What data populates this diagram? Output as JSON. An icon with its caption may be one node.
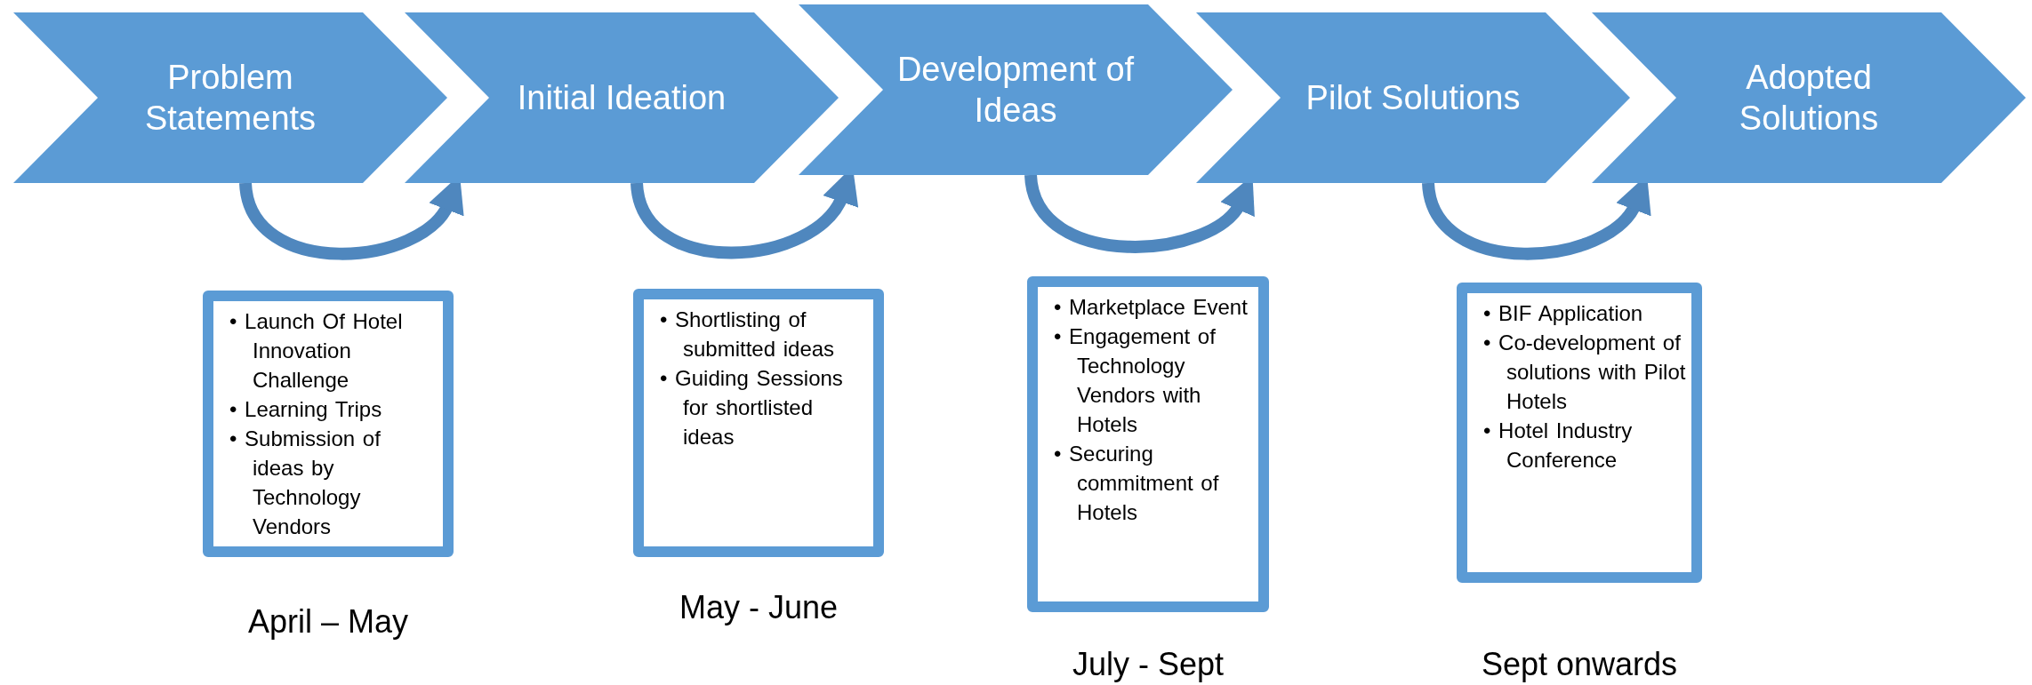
{
  "diagram": {
    "nodes": [
      {
        "text": [
          "Problem Statements"
        ]
      },
      {
        "text": [
          "Initial Ideation"
        ]
      },
      {
        "text": [
          "Development of Ideas"
        ]
      },
      {
        "text": [
          "Pilot Solutions"
        ]
      },
      {
        "text": [
          "Adopted Solutions"
        ]
      },
      {
        "text": [
          "• Launch Of Hotel Innovation Challenge",
          "• Learning Trips",
          "• Submission of ideas by Technology Vendors"
        ],
        "beside": [
          "April – May"
        ]
      },
      {
        "text": [
          "• Shortlisting of submitted ideas",
          "• Guiding Sessions for shortlisted ideas"
        ],
        "beside": [
          "May - June"
        ]
      },
      {
        "text": [
          "• Marketplace Event",
          "• Engagement of Technology Vendors with Hotels",
          "• Securing commitment of Hotels"
        ],
        "beside": [
          "July - Sept"
        ]
      },
      {
        "text": [
          "• BIF Application",
          "• Co-development of solutions with Pilot Hotels",
          "• Hotel Industry Conference"
        ],
        "beside": [
          "Sept onwards"
        ]
      }
    ],
    "edges": [
      {
        "from": 0,
        "to": 1,
        "arrow": "to"
      },
      {
        "from": 1,
        "to": 2,
        "arrow": "to"
      },
      {
        "from": 2,
        "to": 3,
        "arrow": "to"
      },
      {
        "from": 3,
        "to": 4,
        "arrow": "to"
      }
    ]
  }
}
